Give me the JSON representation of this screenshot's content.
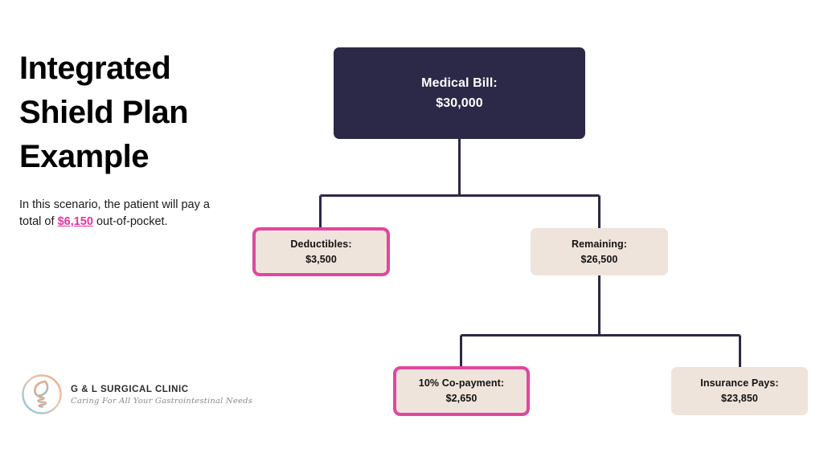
{
  "page": {
    "title": "Integrated Shield Plan Example",
    "title_lines": [
      "Integrated",
      "Shield Plan",
      "Example"
    ],
    "intro": {
      "before": "In this scenario, the patient will pay a total of ",
      "highlight": "$6,150",
      "after": " out-of-pocket."
    }
  },
  "logo": {
    "name": "G & L SURGICAL CLINIC",
    "tagline": "Caring For All Your Gastrointestinal Needs",
    "mark": "stomach-emblem-icon"
  },
  "colors": {
    "navy": "#2C2847",
    "beige": "#EFE4DC",
    "magenta": "#E0479E",
    "highlight_text": "#E5339B",
    "connector": "#2C2847",
    "background": "#FFFFFF"
  },
  "chart_data": {
    "type": "diagram",
    "title": "Integrated Shield Plan Example",
    "nodes": [
      {
        "id": "medical-bill",
        "label": "Medical Bill:",
        "value": "$30,000",
        "amount": 30000,
        "style": "navy",
        "level": 0
      },
      {
        "id": "deductibles",
        "label": "Deductibles:",
        "value": "$3,500",
        "amount": 3500,
        "style": "highlight",
        "level": 1
      },
      {
        "id": "remaining",
        "label": "Remaining:",
        "value": "$26,500",
        "amount": 26500,
        "style": "beige",
        "level": 1
      },
      {
        "id": "co-payment",
        "label": "10% Co-payment:",
        "value": "$2,650",
        "amount": 2650,
        "style": "highlight",
        "level": 2
      },
      {
        "id": "insurance-pays",
        "label": "Insurance Pays:",
        "value": "$23,850",
        "amount": 23850,
        "style": "beige",
        "level": 2
      }
    ],
    "edges": [
      {
        "from": "medical-bill",
        "to": "deductibles"
      },
      {
        "from": "medical-bill",
        "to": "remaining"
      },
      {
        "from": "remaining",
        "to": "co-payment"
      },
      {
        "from": "remaining",
        "to": "insurance-pays"
      }
    ],
    "patient_total_out_of_pocket": 6150
  }
}
